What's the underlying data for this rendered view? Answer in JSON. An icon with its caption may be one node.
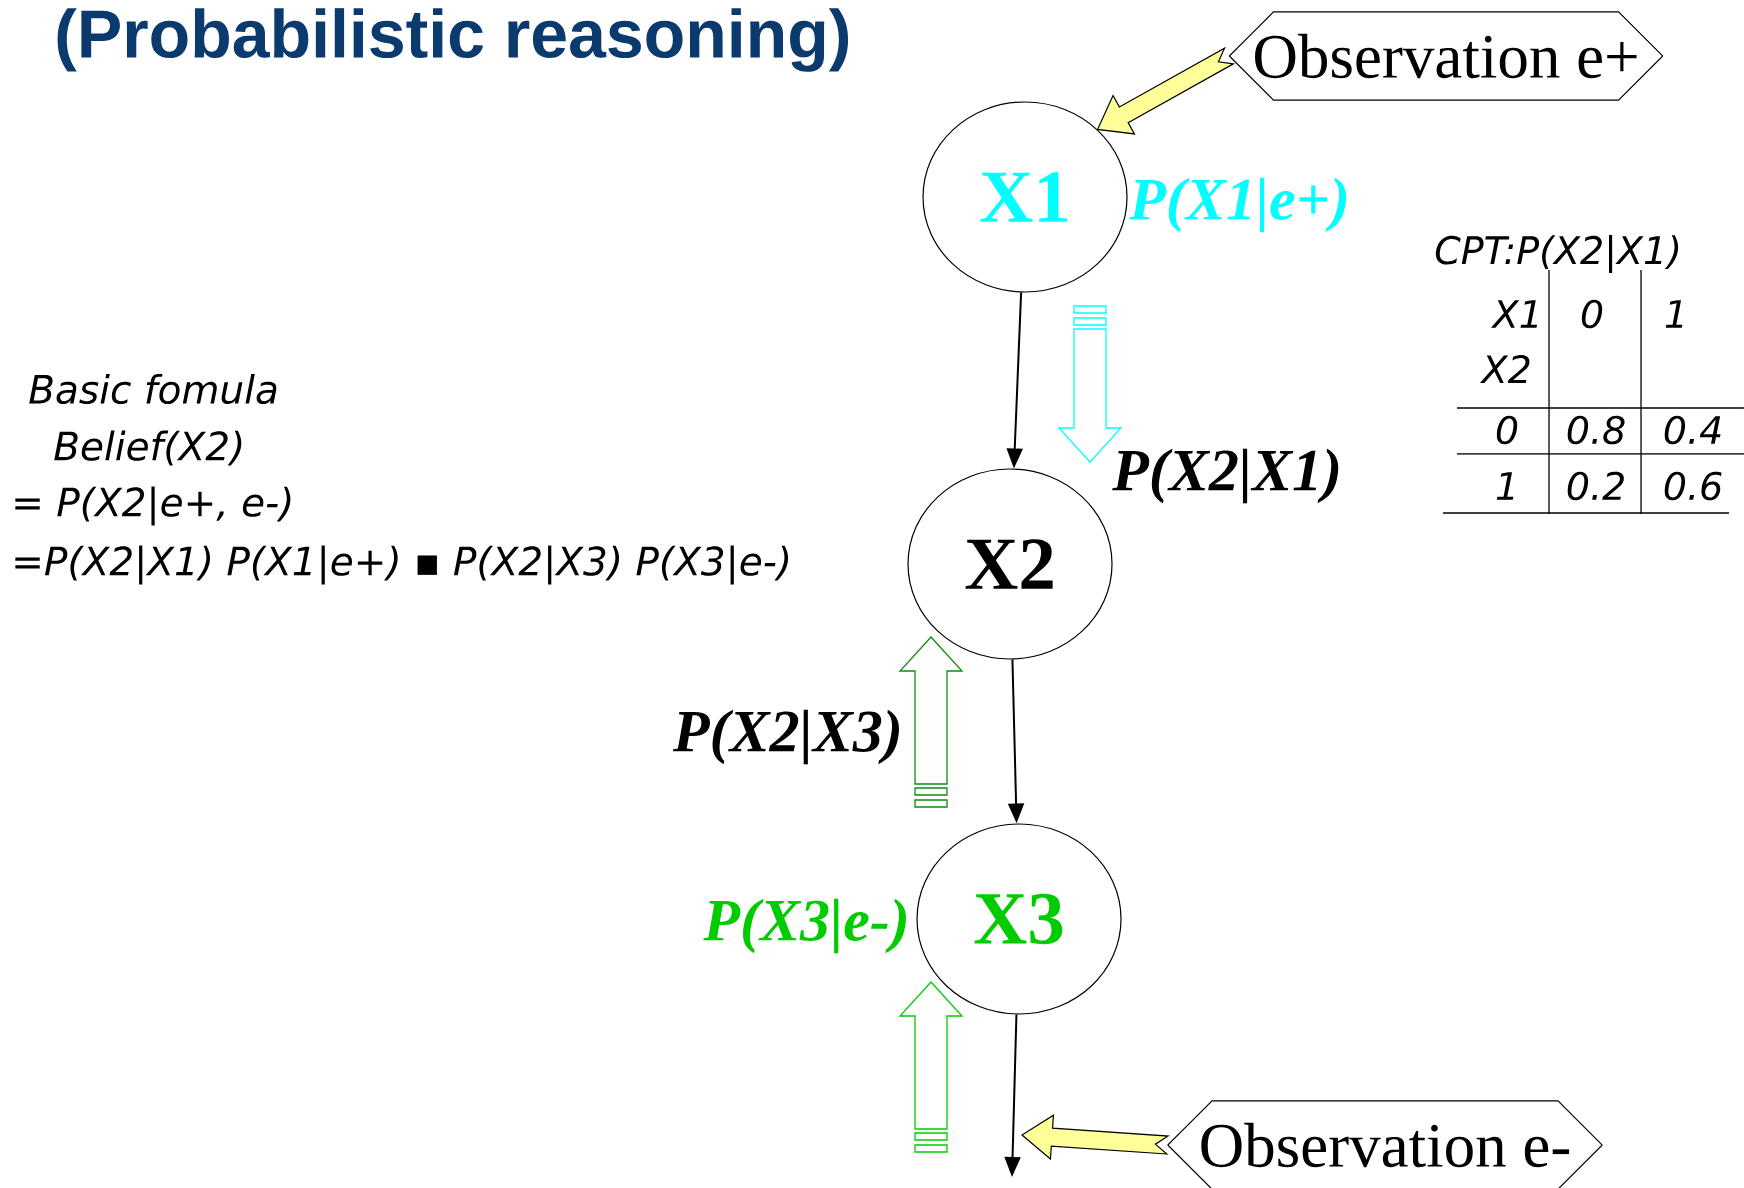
{
  "diagram": {
    "title": "(Probabilistic reasoning)",
    "nodes": [
      {
        "text": [
          "Observation e+"
        ]
      },
      {
        "text": [
          "X1"
        ],
        "beside": [
          "P(X1|e+)"
        ]
      },
      {
        "text": [
          "X2"
        ]
      },
      {
        "text": [
          "X3"
        ],
        "beside": [
          "P(X3|e-)"
        ]
      },
      {
        "text": [
          "Observation e-"
        ]
      }
    ],
    "edges": [
      {
        "from": 0,
        "to": 1,
        "arrow": "to",
        "color": "#ffff99"
      },
      {
        "from": 1,
        "to": 2,
        "arrow": "to"
      },
      {
        "from": 2,
        "to": 3,
        "arrow": "to"
      },
      {
        "from": 3,
        "to": null,
        "arrow": "to"
      },
      {
        "from": 4,
        "to": null,
        "arrow": "to",
        "color": "#ffff99"
      },
      {
        "from": 1,
        "to": 2,
        "arrow": "to",
        "color": "#00ffff"
      },
      {
        "from": 3,
        "to": 2,
        "arrow": "to",
        "color": "#108a10"
      },
      {
        "from": null,
        "to": 3,
        "arrow": "to",
        "color": "#00cc00"
      }
    ],
    "labels": [
      "Basic fomula",
      "Belief(X2)",
      "= P(X2|e+, e-)",
      "=P(X2|X1) P(X1|e+) ▪ P(X2|X3) P(X3|e-)",
      "P(X2|X1)",
      "P(X2|X3)",
      "CPT:P(X2|X1)",
      "X1",
      "0",
      "1",
      "X2",
      "0",
      "0.8",
      "0.4",
      "1",
      "0.2",
      "0.6"
    ]
  }
}
